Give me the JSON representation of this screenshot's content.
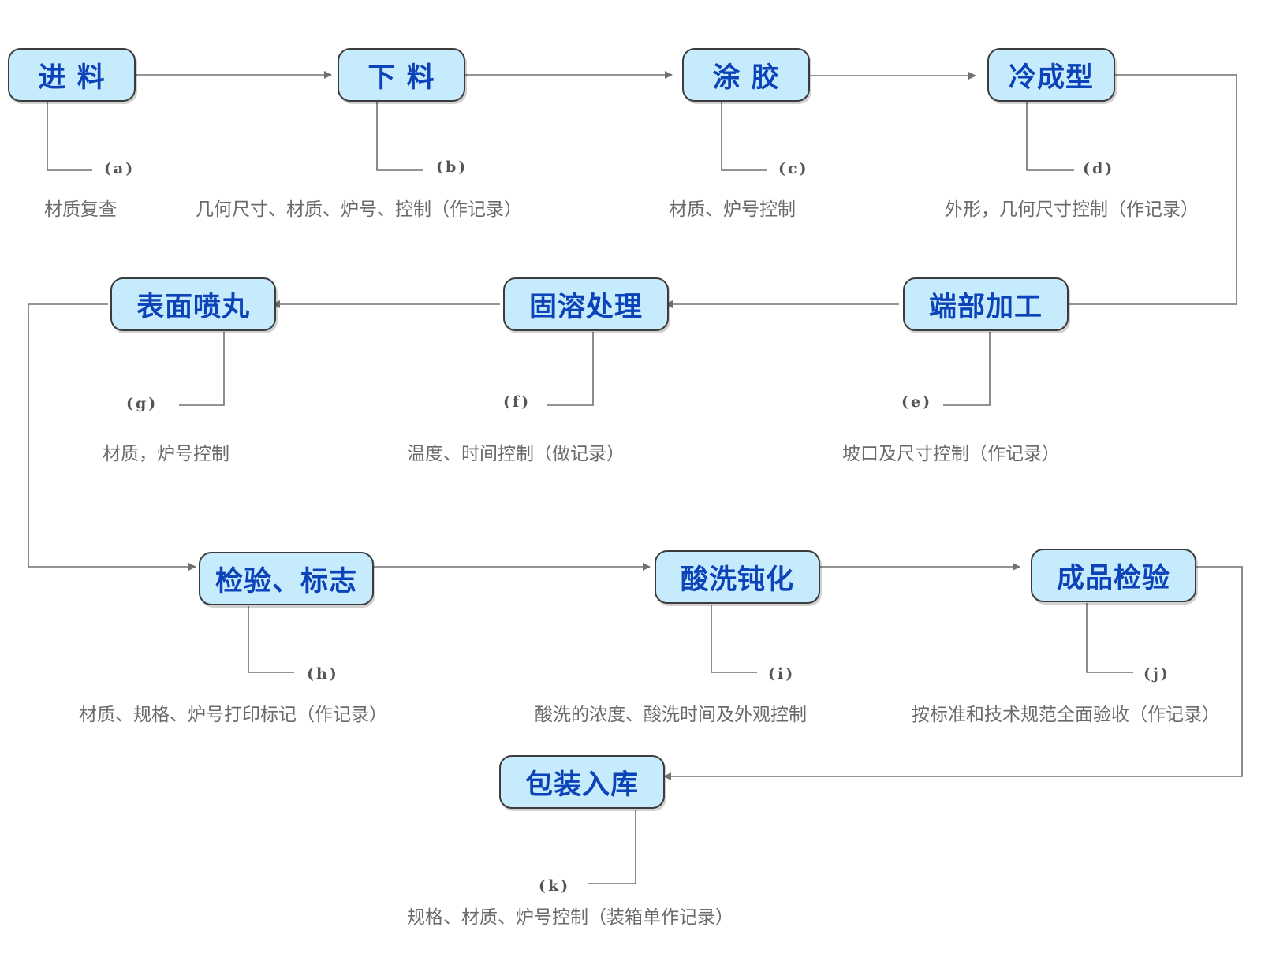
{
  "steps": [
    {
      "label": "进 料",
      "code": "(a)",
      "note": "材质复查"
    },
    {
      "label": "下 料",
      "code": "(b)",
      "note": "几何尺寸、材质、炉号、控制（作记录）"
    },
    {
      "label": "涂 胶",
      "code": "(c)",
      "note": "材质、炉号控制"
    },
    {
      "label": "冷成型",
      "code": "(d)",
      "note": "外形，几何尺寸控制（作记录）"
    },
    {
      "label": "端部加工",
      "code": "(e)",
      "note": "坡口及尺寸控制（作记录）"
    },
    {
      "label": "固溶处理",
      "code": "(f)",
      "note": "温度、时间控制（做记录）"
    },
    {
      "label": "表面喷丸",
      "code": "(g)",
      "note": "材质，炉号控制"
    },
    {
      "label": "检验、标志",
      "code": "(h)",
      "note": "材质、规格、炉号打印标记（作记录）"
    },
    {
      "label": "酸洗钝化",
      "code": "(i)",
      "note": "酸洗的浓度、酸洗时间及外观控制"
    },
    {
      "label": "成品检验",
      "code": "(j)",
      "note": "按标准和技术规范全面验收（作记录）"
    },
    {
      "label": "包装入库",
      "code": "(k)",
      "note": "规格、材质、炉号控制（装箱单作记录）"
    }
  ],
  "colors": {
    "box_fill": "#c6ebfc",
    "box_border": "#3c3c3c",
    "label_text": "#0d43b8",
    "connector": "#707070",
    "note_text": "#6a6a6a",
    "code_text": "#555555"
  }
}
